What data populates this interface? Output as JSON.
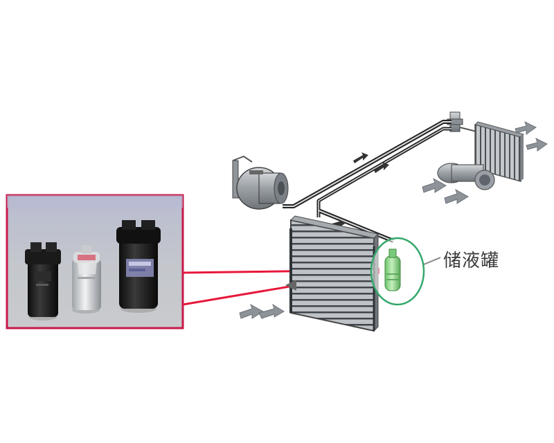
{
  "callout": {
    "label": "储液罐"
  },
  "colors": {
    "highlight_ring": "#33a86b",
    "receiver_drier": "#8fd78a",
    "pointer_lines": "#e8173a",
    "photo_frame": "#c8184a",
    "pipe": "#222222",
    "component_gray": "#8d9399"
  },
  "components": {
    "photo_inset": [
      "black-filter-drier",
      "silver-filter-drier",
      "large-black-filter-drier"
    ]
  }
}
